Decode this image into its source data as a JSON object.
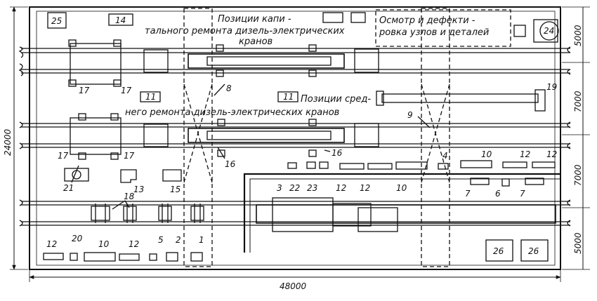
{
  "dimensions": {
    "overall_length": "48000",
    "overall_width": "24000",
    "bay_top": "5000",
    "bay_2": "7000",
    "bay_3": "7000",
    "bay_bottom": "5000"
  },
  "captions": {
    "capital_repair_l1": "Позиции капи -",
    "capital_repair_l2": "тального ремонта дизель-электрических",
    "capital_repair_l3": "кранов",
    "inspection_l1": "Осмотр и дефекти -",
    "inspection_l2": "ровка узлов и деталей",
    "medium_repair_l1": "Позиции сред-",
    "medium_repair_l2": "него ремонта дизель-электрических кранов"
  },
  "labels": {
    "n1": "1",
    "n2": "2",
    "n3": "3",
    "n4": "4",
    "n5": "5",
    "n6": "6",
    "n7": "7",
    "n8": "8",
    "n9": "9",
    "n10": "10",
    "n11": "11",
    "n12": "12",
    "n13": "13",
    "n14": "14",
    "n15": "15",
    "n16": "16",
    "n17": "17",
    "n18": "18",
    "n19": "19",
    "n20": "20",
    "n21": "21",
    "n22": "22",
    "n23": "23",
    "n24": "24",
    "n25": "25",
    "n26": "26"
  }
}
